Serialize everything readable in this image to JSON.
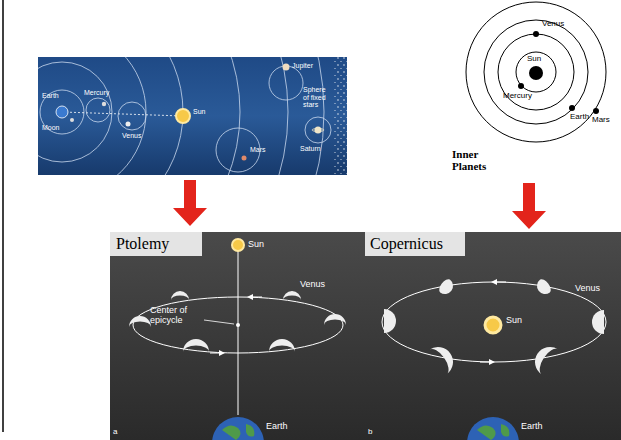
{
  "diagram": {
    "labels": [
      "Earth",
      "Moon",
      "Mercury",
      "Venus",
      "Sun",
      "Jupiter",
      "Sphere of fixed stars",
      "Mars",
      "Saturn",
      "Venus",
      "Sun",
      "Mercury",
      "Earth",
      "Mars",
      "Inner Planets",
      "Ptolemy",
      "Sun",
      "Venus",
      "Center of epicycle",
      "Earth",
      "a",
      "Copernicus",
      "Venus",
      "Sun",
      "Earth",
      "b"
    ]
  }
}
